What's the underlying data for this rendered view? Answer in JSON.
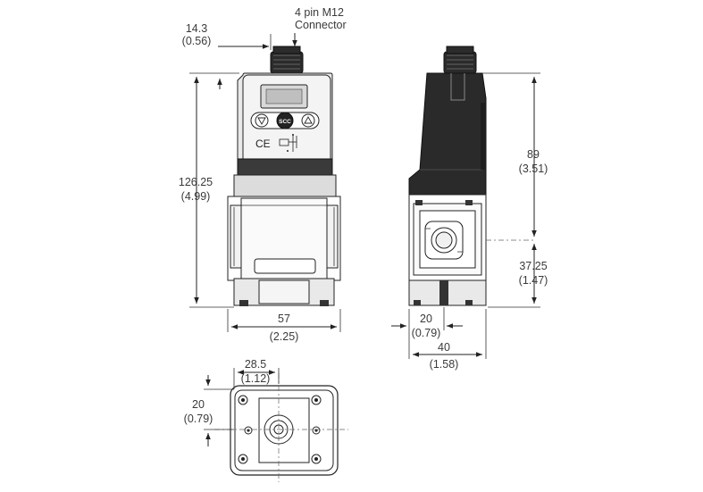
{
  "labels": {
    "connector_line1": "4 pin M12",
    "connector_line2": "Connector"
  },
  "dimensions": {
    "offset_mm": "14.3",
    "offset_in": "(0.56)",
    "height_mm": "126.25",
    "height_in": "(4.99)",
    "width_mm": "57",
    "width_in": "(2.25)",
    "upper_mm": "89",
    "upper_in": "(3.51)",
    "lower_mm": "37.25",
    "lower_in": "(1.47)",
    "port_offset_mm": "20",
    "port_offset_in": "(0.79)",
    "side_width_mm": "40",
    "side_width_in": "(1.58)",
    "bottom_x_mm": "28.5",
    "bottom_x_in": "(1.12)",
    "bottom_y_mm": "20",
    "bottom_y_in": "(0.79)"
  },
  "panel": {
    "button_label": "SCC",
    "ce_mark": "CE"
  }
}
